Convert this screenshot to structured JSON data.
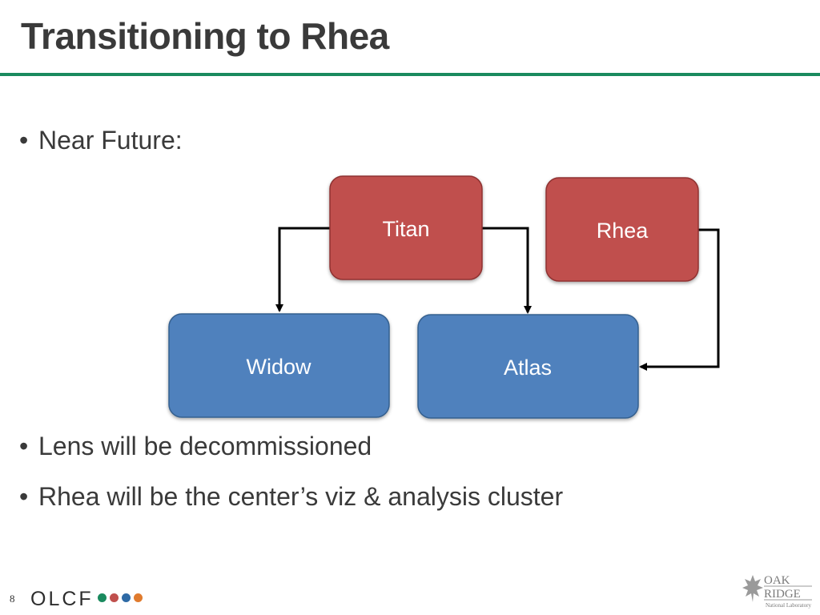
{
  "slide": {
    "title": "Transitioning to Rhea",
    "page_number": "8"
  },
  "bullets": [
    "Near Future:",
    "Lens will be decommissioned",
    "Rhea will be the center’s viz & analysis cluster"
  ],
  "diagram": {
    "nodes": {
      "titan": "Titan",
      "rhea": "Rhea",
      "widow": "Widow",
      "atlas": "Atlas"
    },
    "edges": [
      {
        "from": "Titan",
        "to": "Widow"
      },
      {
        "from": "Titan",
        "to": "Atlas"
      },
      {
        "from": "Rhea",
        "to": "Atlas"
      }
    ],
    "colors": {
      "compute": "#c0504d",
      "storage": "#4f81bd",
      "arrow": "#000000"
    }
  },
  "footer": {
    "olcf_logo": "OLCF",
    "dot_colors": [
      "#1a8a5e",
      "#c0504d",
      "#2e6aa5",
      "#e07b2e"
    ],
    "ornl_logo": {
      "line1": "OAK",
      "line2": "RIDGE",
      "line3": "National Laboratory"
    }
  }
}
